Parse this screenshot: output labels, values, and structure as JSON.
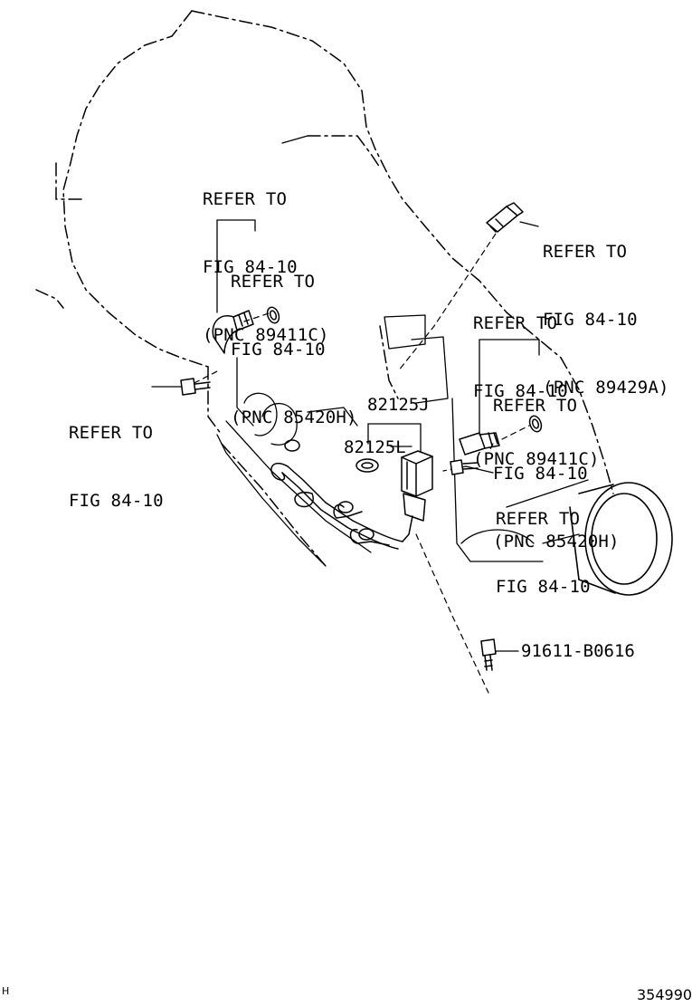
{
  "callouts": {
    "left_upper_refer": [
      "REFER TO",
      "FIG 84-10",
      "(PNC 89411C)"
    ],
    "left_inner_refer": [
      "REFER TO",
      "FIG 84-10",
      "(PNC 85420H)"
    ],
    "left_bolt_refer": [
      "REFER TO",
      "FIG 84-10"
    ],
    "right_top_refer": [
      "REFER TO",
      "FIG 84-10",
      "(PNC 89429A)"
    ],
    "right_mid_refer": [
      "REFER TO",
      "FIG 84-10",
      "(PNC 89411C)"
    ],
    "right_inner_refer": [
      "REFER TO",
      "FIG 84-10",
      "(PNC 85420H)"
    ],
    "right_bolt_refer": [
      "REFER TO",
      "FIG 84-10"
    ]
  },
  "part_numbers": {
    "harness_j": "82125J",
    "harness_l": "82125L",
    "bolt": "91611-B0616"
  },
  "footer": {
    "corner_mark": "H",
    "illustration_number": "354990"
  }
}
